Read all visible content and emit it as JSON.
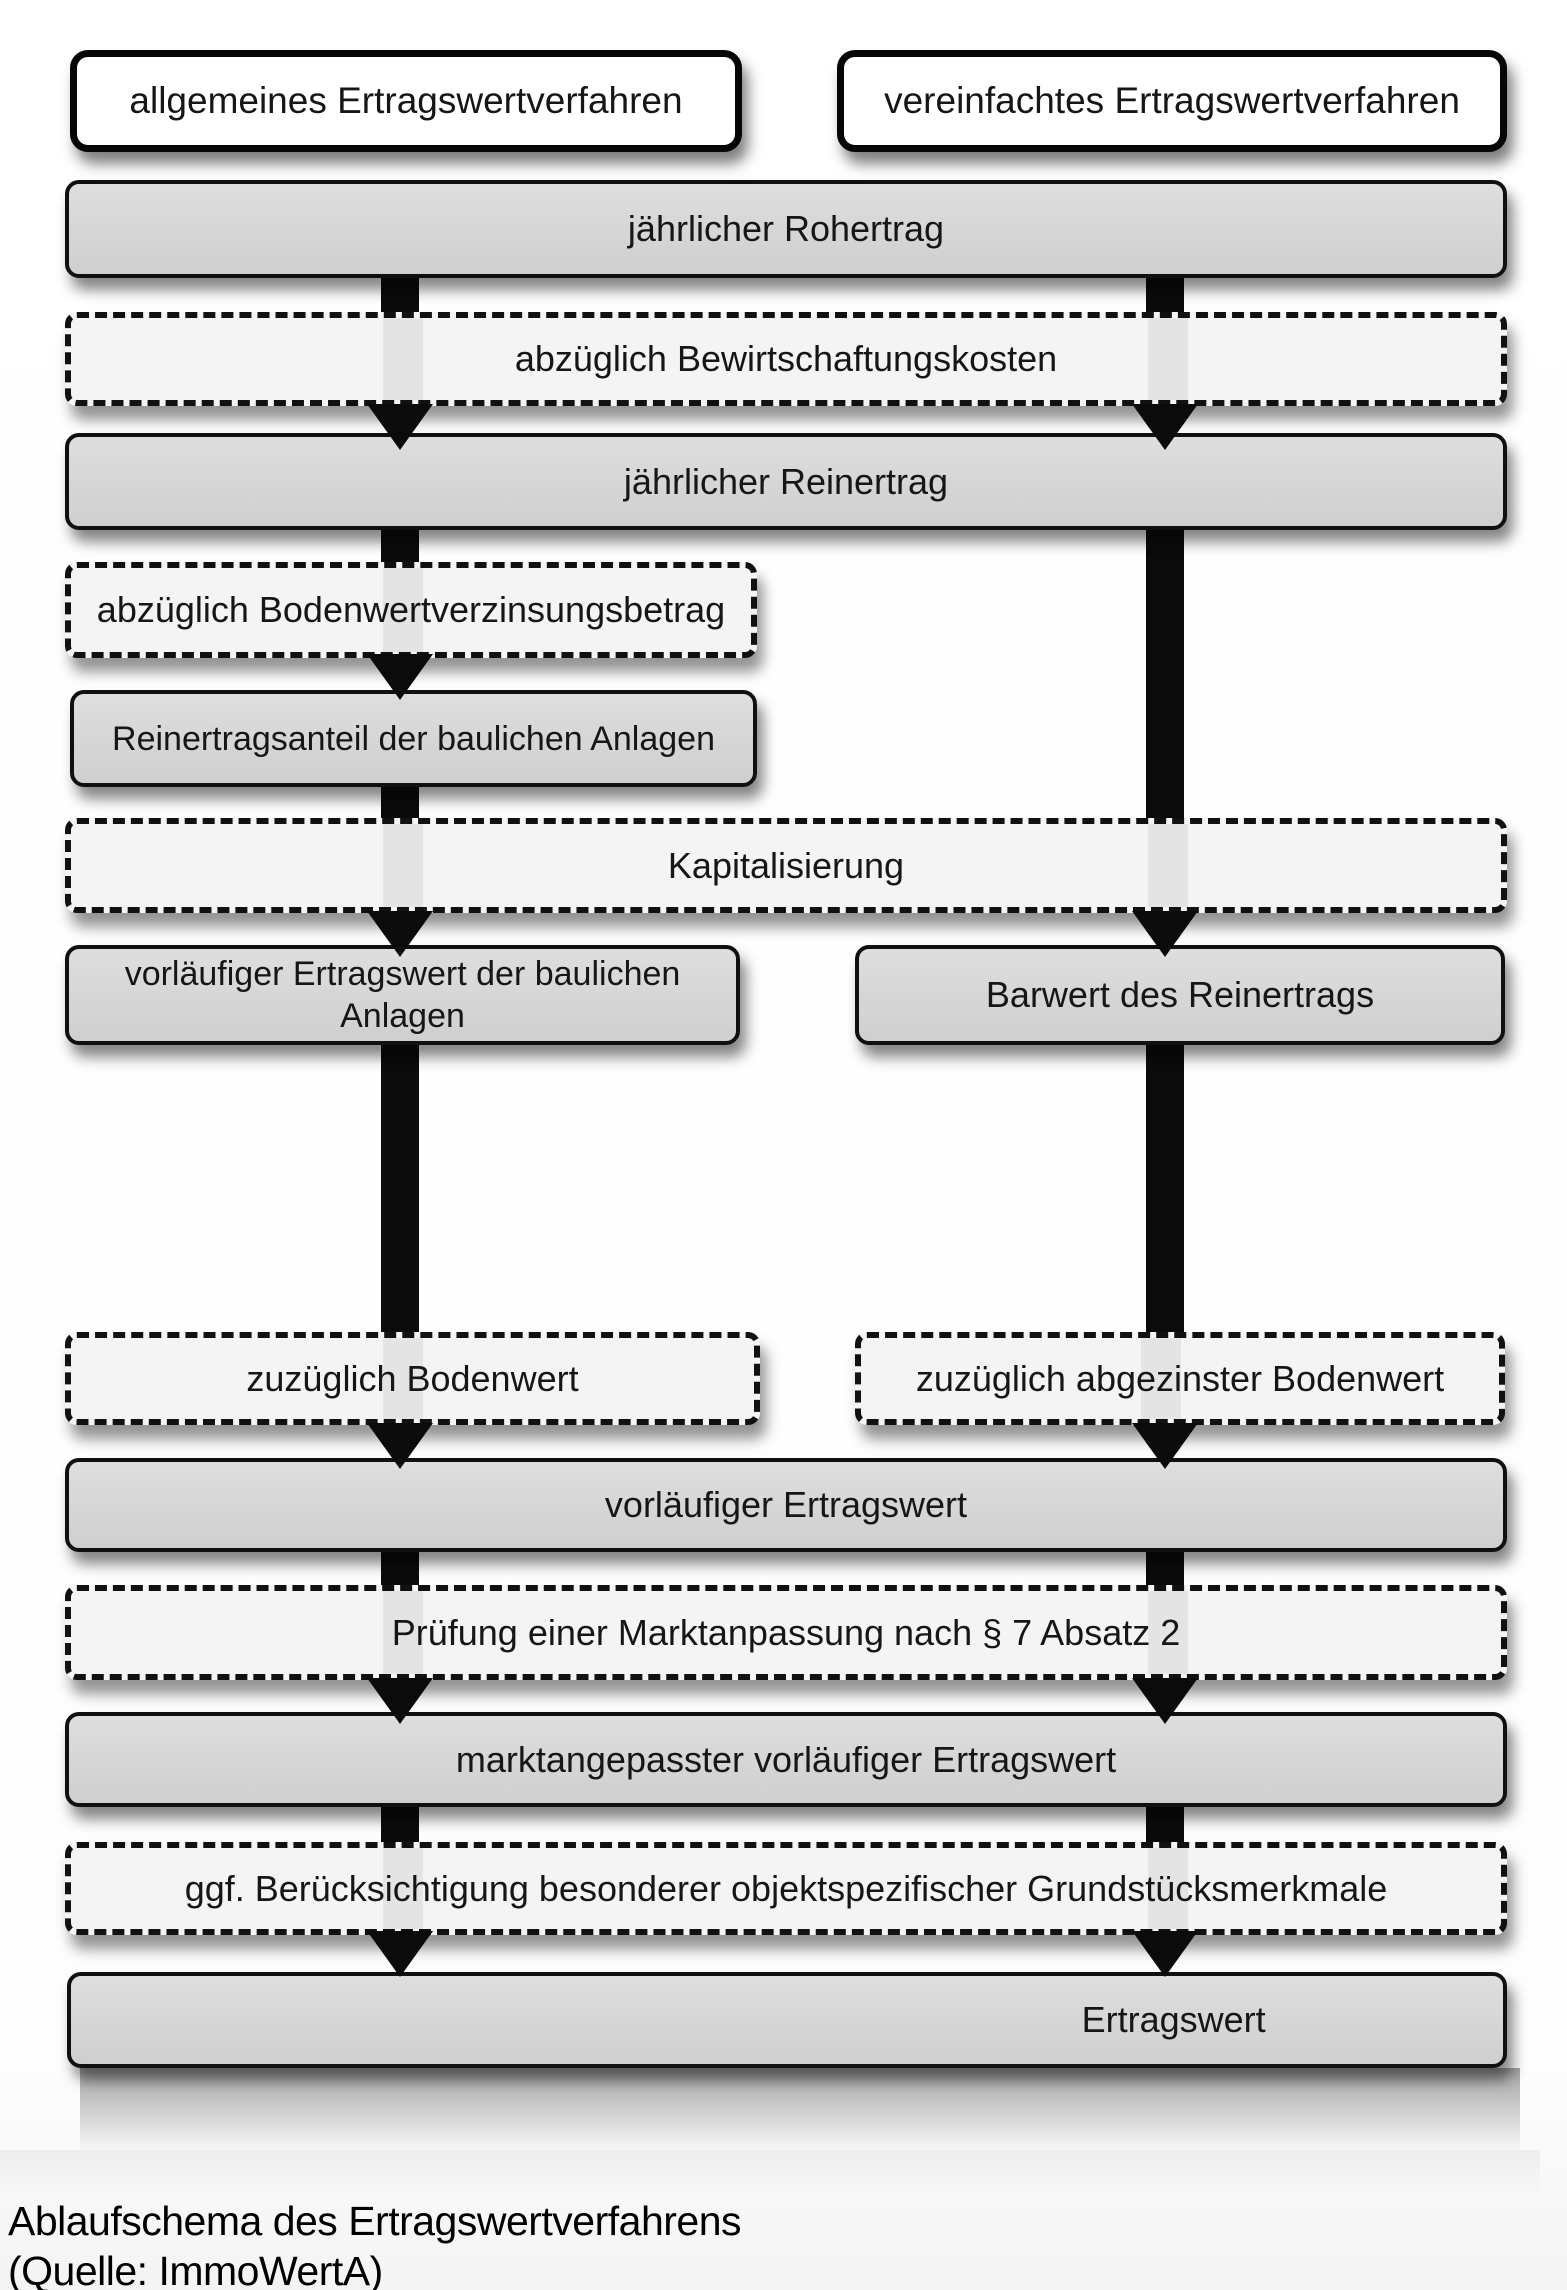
{
  "diagram": {
    "headers": [
      {
        "label": "allgemeines Ertragswertverfahren"
      },
      {
        "label": "vereinfachtes Ertragswertverfahren"
      }
    ],
    "nodes": {
      "rohertrag": "jährlicher Rohertrag",
      "bewirtschaftungskosten": "abzüglich Bewirtschaftungskosten",
      "reinertrag": "jährlicher Reinertrag",
      "bodenwertverzinsung": "abzüglich Bodenwertverzinsungsbetrag",
      "reinertragsanteil": "Reinertragsanteil der baulichen Anlagen",
      "kapitalisierung": "Kapitalisierung",
      "vorlaeufiger_ertragswert_baulich": "vorläufiger Ertragswert der baulichen Anlagen",
      "barwert_reinertrag": "Barwert des Reinertrags",
      "zuzueglich_bodenwert": "zuzüglich Bodenwert",
      "zuzueglich_abgezinster_bodenwert": "zuzüglich abgezinster Bodenwert",
      "vorlaeufiger_ertragswert": "vorläufiger Ertragswert",
      "pruefung_marktanpassung": "Prüfung einer Marktanpassung nach § 7 Absatz 2",
      "marktangepasster_ertragswert": "marktangepasster vorläufiger Ertragswert",
      "ggf_beruecksichtigung": "ggf. Berücksichtigung besonderer objektspezifischer Grundstücksmerkmale",
      "ertragswert": "Ertragswert"
    },
    "caption": {
      "line1": "Ablaufschema des Ertragswertverfahrens",
      "line2": "(Quelle: ImmoWertA)"
    },
    "colors": {
      "solid_box_fill": "#d6d6d6",
      "dashed_box_fill": "#f4f4f4",
      "header_fill": "#ffffff",
      "border": "#0b0b0b",
      "arrow": "#0b0b0b"
    }
  }
}
